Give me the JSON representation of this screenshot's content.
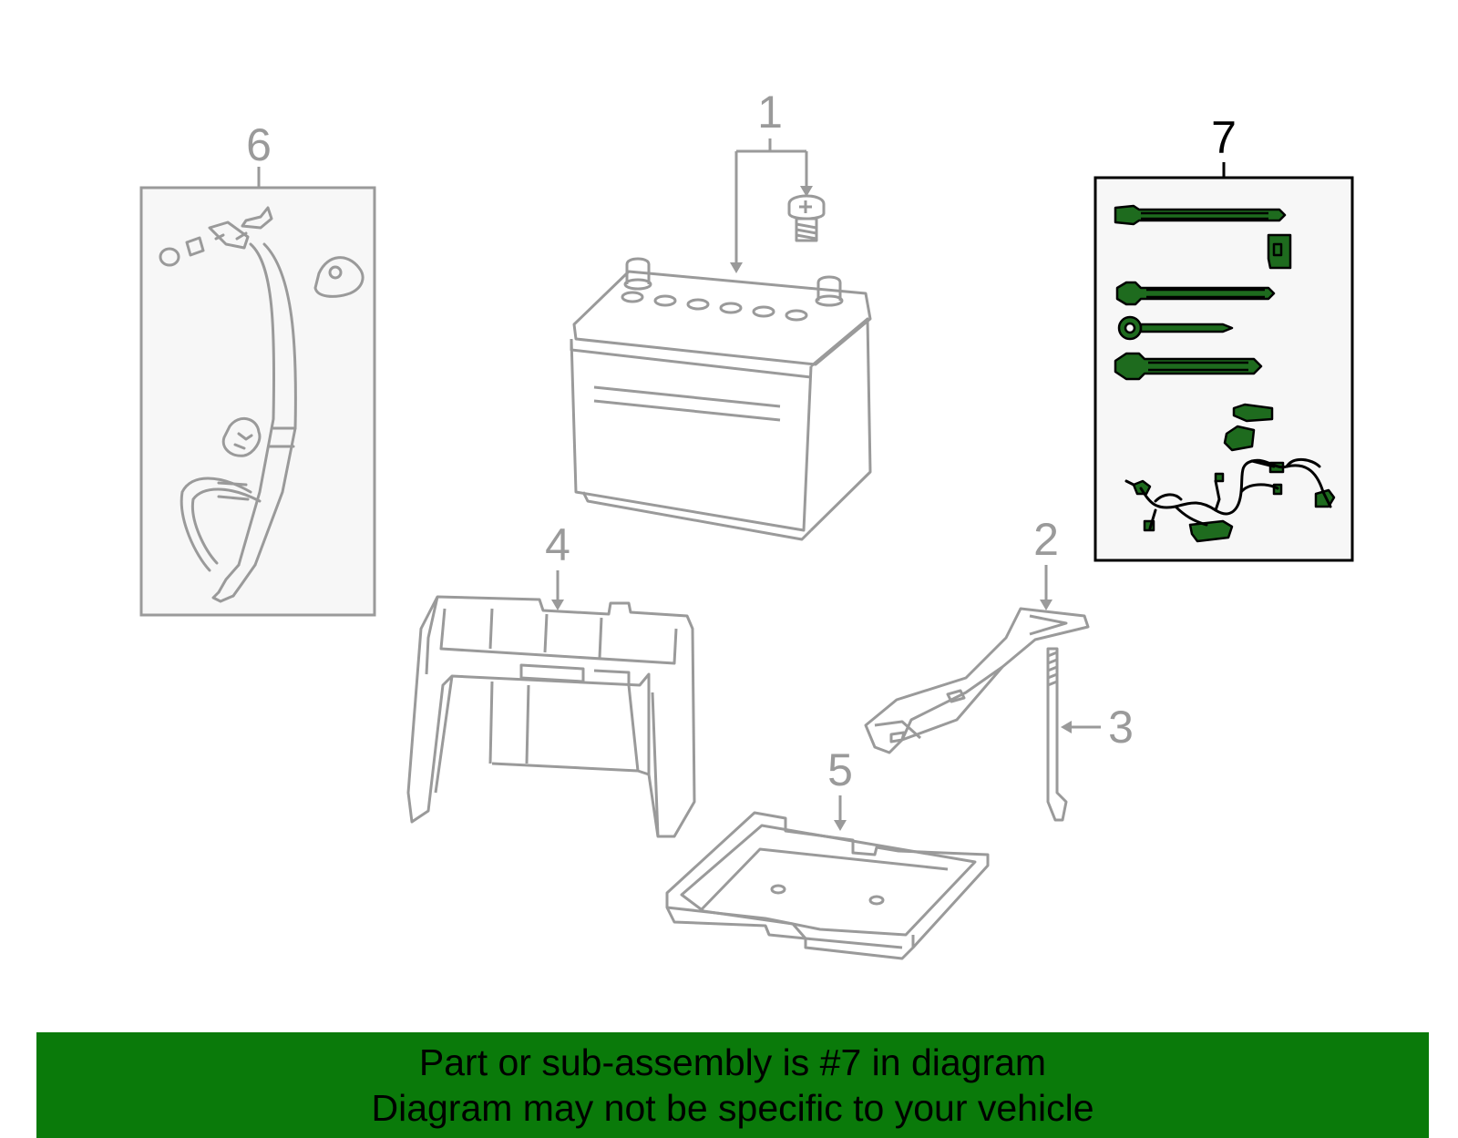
{
  "diagram": {
    "callouts": [
      {
        "id": "1",
        "label": "1"
      },
      {
        "id": "2",
        "label": "2"
      },
      {
        "id": "3",
        "label": "3"
      },
      {
        "id": "4",
        "label": "4"
      },
      {
        "id": "5",
        "label": "5"
      },
      {
        "id": "6",
        "label": "6"
      },
      {
        "id": "7",
        "label": "7"
      }
    ],
    "highlighted_part": "7"
  },
  "banner": {
    "line1": "Part or sub-assembly is #7 in diagram",
    "line2": "Diagram may not be specific to your vehicle"
  },
  "colors": {
    "line_gray": "#9a9a9a",
    "highlight_green": "#1e6b1e",
    "banner_green": "#0a7a0a",
    "panel_fill": "#f7f7f7"
  }
}
